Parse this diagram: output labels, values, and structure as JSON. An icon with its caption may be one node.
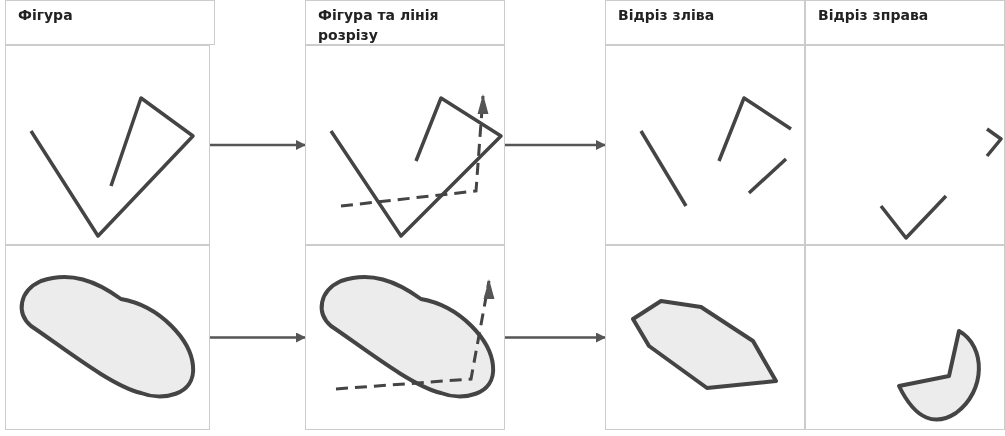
{
  "diagram": {
    "nodes": [
      {
        "text": [],
        "shape": "picture"
      },
      {
        "text": [],
        "shape": "picture"
      },
      {
        "text": [],
        "shape": "picture"
      },
      {
        "text": [],
        "shape": "picture"
      },
      {
        "text": [],
        "shape": "picture"
      },
      {
        "text": [],
        "shape": "picture"
      },
      {
        "text": [],
        "shape": "picture"
      },
      {
        "text": [],
        "shape": "picture"
      }
    ],
    "edges": [
      {
        "from": 0,
        "to": 1,
        "arrow": "to"
      },
      {
        "from": 1,
        "to": 2,
        "arrow": "to"
      },
      {
        "from": 4,
        "to": 5,
        "arrow": "to"
      },
      {
        "from": 5,
        "to": 6,
        "arrow": "to"
      }
    ],
    "labels": [
      "Фігура",
      "Фігура та лінія розрізу",
      "Відріз зліва",
      "Відріз зправа"
    ]
  }
}
